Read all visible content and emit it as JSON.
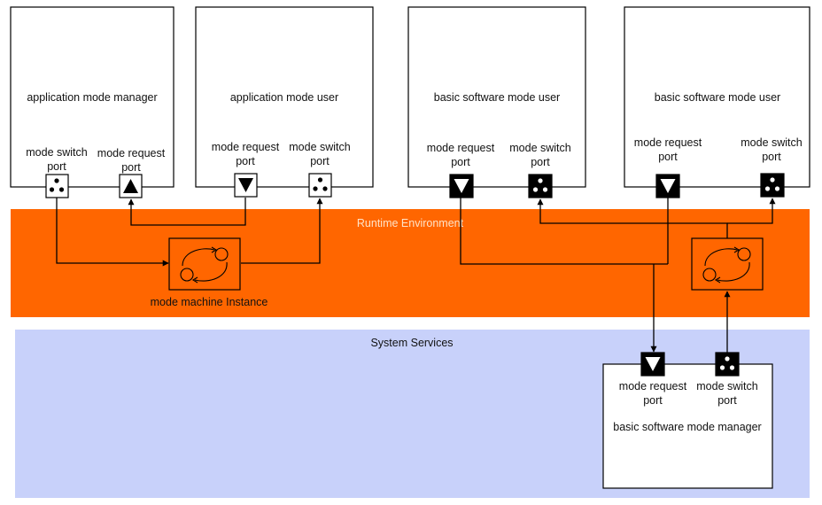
{
  "colors": {
    "runtime_band": "#FF6600",
    "services_band": "#C8D1FA",
    "runtime_text": "#FFE3C8",
    "line": "#000000"
  },
  "bands": {
    "runtime_environment": "Runtime Environment",
    "system_services": "System Services"
  },
  "components": {
    "app_manager": "application mode manager",
    "app_user": "application mode user",
    "bsw_user_1": "basic software mode user",
    "bsw_user_2": "basic software mode user",
    "bsw_manager": "basic software mode manager"
  },
  "ports": {
    "switch_l1": "mode switch",
    "switch_l2": "port",
    "request_l1": "mode request",
    "request_l2": "port"
  },
  "mode_machine": {
    "label": "mode machine Instance",
    "icon": "cycle-arrows-icon"
  }
}
